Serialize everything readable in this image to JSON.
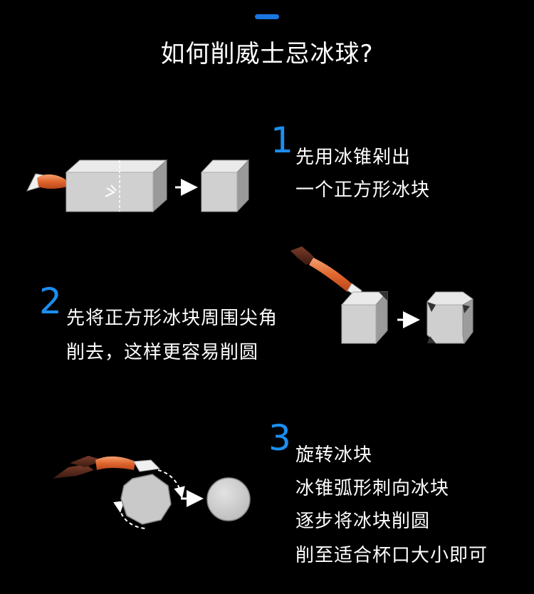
{
  "title": "如何削威士忌冰球?",
  "colors": {
    "accent": "#1b8ef0",
    "background": "#000000",
    "text": "#ffffff",
    "ice": "#d3d3d3",
    "handle": "#e07040"
  },
  "steps": [
    {
      "number": "1",
      "lines": [
        "先用冰锥剁出",
        "一个正方形冰块"
      ]
    },
    {
      "number": "2",
      "lines": [
        "先将正方形冰块周围尖角",
        "削去，这样更容易削圆"
      ]
    },
    {
      "number": "3",
      "lines": [
        "旋转冰块",
        "冰锥弧形刺向冰块",
        "逐步将冰块削圆",
        "削至适合杯口大小即可"
      ]
    }
  ],
  "icons": [
    "ice-pick-icon",
    "ice-block-icon",
    "right-arrow-icon",
    "ice-cube-icon",
    "rotate-arrow-icon",
    "ice-ball-icon"
  ]
}
